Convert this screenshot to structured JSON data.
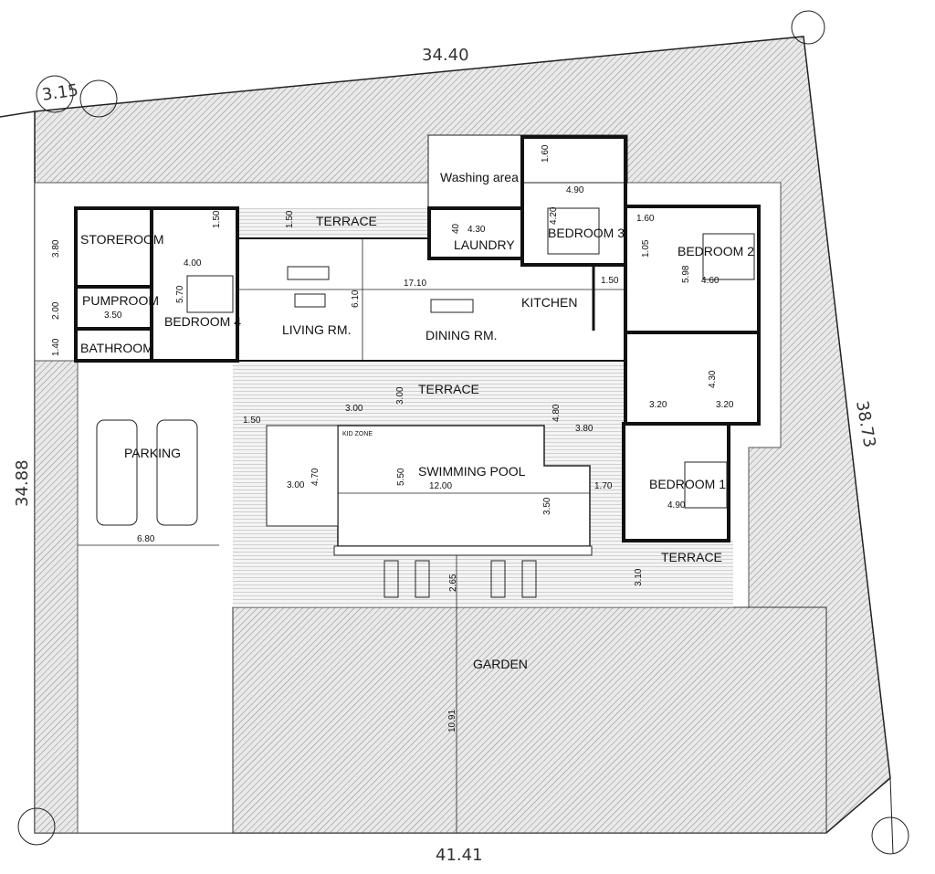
{
  "lot": {
    "top": "34.40",
    "top_left": "3.15",
    "left": "34.88",
    "right": "38.73",
    "bottom": "41.41"
  },
  "rooms": {
    "storeroom": "STOREROOM",
    "pumproom": "PUMPROOM",
    "bathroom": "BATHROOM",
    "bedroom_4": "BEDROOM 4",
    "living": "LIVING RM.",
    "dining": "DINING RM.",
    "kitchen": "KITCHEN",
    "laundry": "LAUNDRY",
    "washing_area": "Washing area",
    "bedroom_3": "BEDROOM 3",
    "bedroom_2": "BEDROOM 2",
    "bedroom_1": "BEDROOM 1",
    "terrace_north": "TERRACE",
    "terrace_main": "TERRACE",
    "terrace_east": "TERRACE",
    "swimming_pool": "SWIMMING POOL",
    "kid_zone": "KID ZONE",
    "parking": "PARKING",
    "garden": "GARDEN"
  },
  "dimensions": [
    "3.80",
    "2.00",
    "1.40",
    "3.50",
    "4.00",
    "5.70",
    "1.50",
    "1.50",
    "6.10",
    "17.10",
    "4.30",
    "40",
    "1.60",
    "4.90",
    "4.20",
    "1.60",
    "1.05",
    "5.98",
    "4.60",
    "1.50",
    "4.30",
    "3.20",
    "3.20",
    "3.00",
    "3.00",
    "4.80",
    "3.80",
    "1.50",
    "3.00",
    "4.70",
    "5.50",
    "12.00",
    "3.50",
    "1.70",
    "4.90",
    "3.10",
    "2.65",
    "10.91",
    "6.80"
  ],
  "colors": {
    "wall": "#111111",
    "hatch": "#8a8a8a",
    "background": "#ffffff"
  }
}
